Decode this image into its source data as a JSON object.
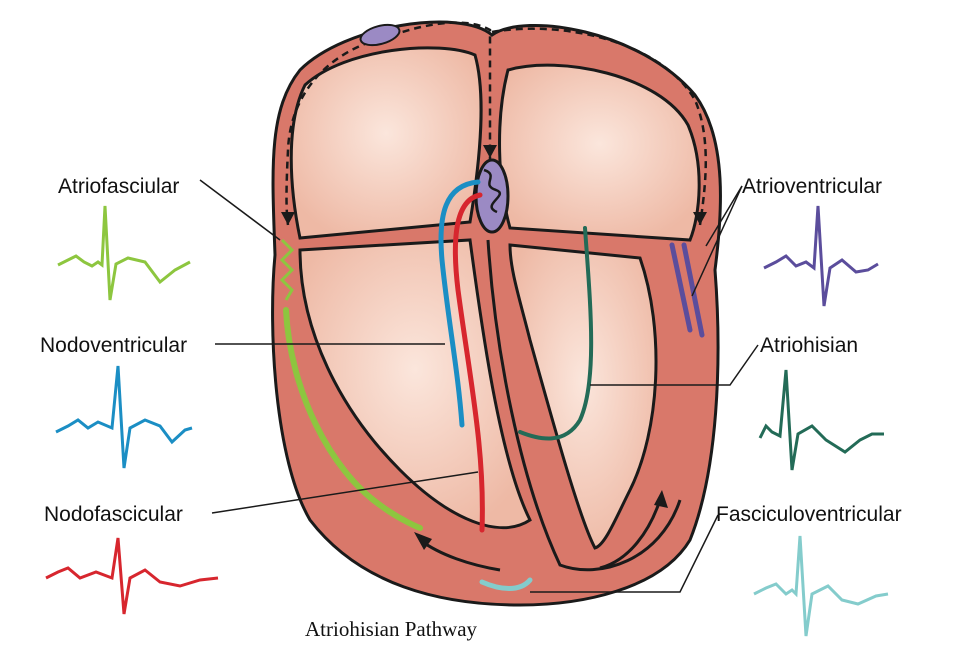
{
  "labels": {
    "atriofascicular": "Atriofasciular",
    "nodoventricular": "Nodoventricular",
    "nodofascicular": "Nodofascicular",
    "atrioventricular": "Atrioventricular",
    "atriohisian": "Atriohisian",
    "fasciculoventricular": "Fasciculoventricular"
  },
  "caption": "Atriohisian Pathway",
  "colors": {
    "atriofascicular": "#8dc63f",
    "nodoventricular": "#1b8ec4",
    "nodofascicular": "#d7262e",
    "atrioventricular": "#5b4d9c",
    "atriohisian": "#236b57",
    "fasciculoventricular": "#84cccc",
    "myocardium": "#d9786a",
    "chamber": "#f2c5b3",
    "outline": "#1a1a1a"
  }
}
